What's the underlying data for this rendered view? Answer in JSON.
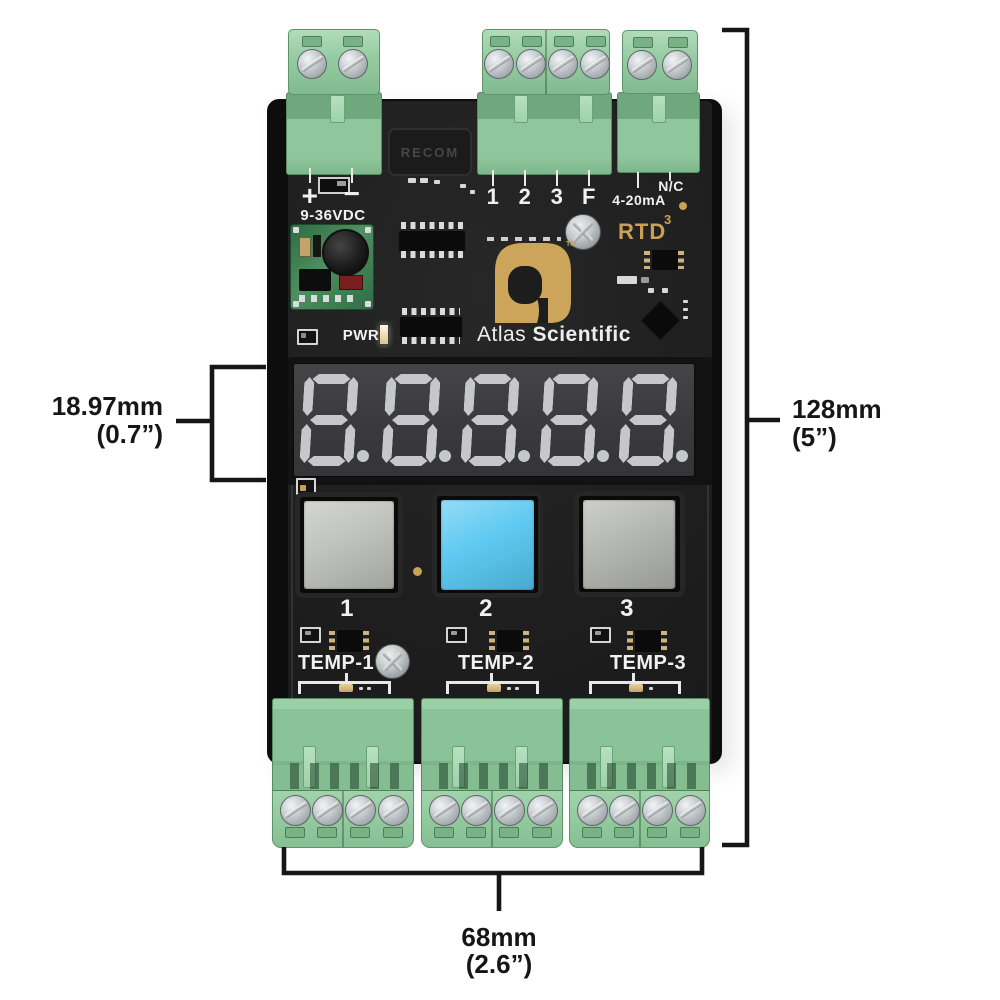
{
  "annotations": {
    "display_height_mm": "18.97mm",
    "display_height_in": "(0.7”)",
    "device_height_mm": "128mm",
    "device_height_in": "(5”)",
    "device_width_mm": "68mm",
    "device_width_in": "(2.6”)"
  },
  "device": {
    "brand_primary": "Atlas",
    "brand_secondary": "Scientific",
    "trademark": "TM",
    "model": "RTD",
    "model_sup": "3",
    "power_plus": "+",
    "power_minus": "−",
    "voltage_range": "9-36VDC",
    "pwr_label": "PWR",
    "psu_module_brand": "RECOM",
    "terminal_labels": [
      "1",
      "2",
      "3",
      "F"
    ],
    "loop_label": "4-20mA",
    "nc_label": "N/C",
    "display_digits": [
      "8.",
      "8.",
      "8.",
      "8.",
      "8."
    ],
    "buttons": [
      {
        "label": "1",
        "pad_color": "#bcbeb8"
      },
      {
        "label": "2",
        "pad_color": "#55c6f0"
      },
      {
        "label": "3",
        "pad_color": "#b0b2ac"
      }
    ],
    "channels": [
      "TEMP-1",
      "TEMP-2",
      "TEMP-3"
    ]
  },
  "colors": {
    "accent_gold": "#c9a152",
    "active_button_cyan": "#55c6f0",
    "terminal_green": "#8cc598",
    "segment_gray": "#c6c7c9"
  }
}
